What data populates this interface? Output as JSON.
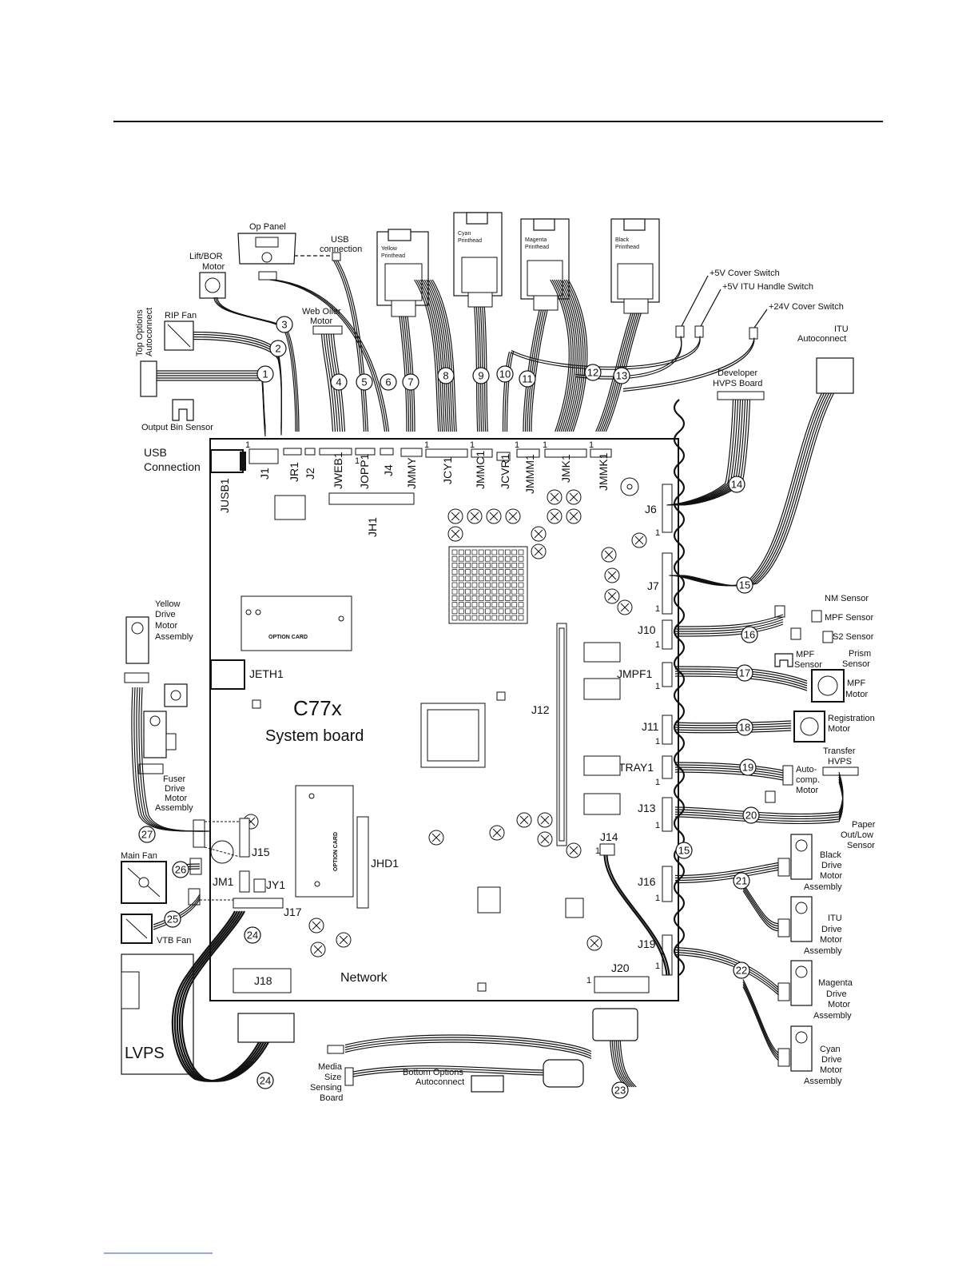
{
  "board": {
    "title": "C77x",
    "subtitle": "System board",
    "network": "Network",
    "usb_connection": [
      "USB",
      "Connection"
    ],
    "option_card_label": "OPTION CARD"
  },
  "connectors": {
    "JUSB1": "JUSB1",
    "J1": "J1",
    "JR1": "JR1",
    "J2": "J2",
    "JWEB1": "JWEB1",
    "JOPP1": "JOPP1",
    "J4": "J4",
    "JMMY": "JMMY",
    "JCY1": "JCY1",
    "JMMC1": "JMMC1",
    "JCVR1": "JCVR1",
    "JMMM1": "JMMM1",
    "JMK1": "JMK1",
    "JMMK1": "JMMK1",
    "JH1": "JH1",
    "J6": "J6",
    "J7": "J7",
    "J10": "J10",
    "JMPF1": "JMPF1",
    "J11": "J11",
    "JTRAY1": "JTRAY1",
    "J13": "J13",
    "J14": "J14",
    "J16": "J16",
    "J19": "J19",
    "J20": "J20",
    "J12": "J12",
    "JETH1": "JETH1",
    "J15": "J15",
    "JM1": "JM1",
    "JY1": "JY1",
    "J17": "J17",
    "J18": "J18",
    "JHD1": "JHD1",
    "pin1": "1"
  },
  "components": {
    "op_panel": "Op Panel",
    "usb_conn": [
      "USB",
      "connection"
    ],
    "lift_bor": [
      "Lift/BOR",
      "Motor"
    ],
    "top_options": [
      "Top Options",
      "Autoconnect"
    ],
    "rip_fan": "RIP Fan",
    "web_oiler": [
      "Web Oiler",
      "Motor"
    ],
    "output_bin": "Output Bin Sensor",
    "yellow_ph": [
      "Yellow",
      "Printhead"
    ],
    "cyan_ph": [
      "Cyan",
      "Printhead"
    ],
    "magenta_ph": [
      "Magenta",
      "Printhead"
    ],
    "black_ph": [
      "Black",
      "Printhead"
    ],
    "cover5v": "+5V Cover Switch",
    "itu_handle": "+5V ITU Handle Switch",
    "cover24v": "+24V Cover Switch",
    "itu_auto": [
      "ITU",
      "Autoconnect"
    ],
    "dev_hvps": [
      "Developer",
      "HVPS Board"
    ],
    "nm_sensor": "NM Sensor",
    "mpf_sensor": "MPF Sensor",
    "s2_sensor": "S2 Sensor",
    "prism": [
      "Prism",
      "Sensor"
    ],
    "mpf_sensor2": [
      "MPF",
      "Sensor"
    ],
    "mpf_motor": [
      "MPF",
      "Motor"
    ],
    "reg_motor": [
      "Registration",
      "Motor"
    ],
    "transfer_hvps": [
      "Transfer",
      "HVPS"
    ],
    "autocomp": [
      "Auto-",
      "comp.",
      "Motor"
    ],
    "paper_out": [
      "Paper",
      "Out/Low",
      "Sensor"
    ],
    "black_drive": [
      "Black",
      "Drive",
      "Motor",
      "Assembly"
    ],
    "itu_drive": [
      "ITU",
      "Drive",
      "Motor",
      "Assembly"
    ],
    "magenta_drive": [
      "Magenta",
      "Drive",
      "Motor",
      "Assembly"
    ],
    "cyan_drive": [
      "Cyan",
      "Drive",
      "Motor",
      "Assembly"
    ],
    "yellow_drive": [
      "Yellow",
      "Drive",
      "Motor",
      "Assembly"
    ],
    "fuser_drive": [
      "Fuser",
      "Drive",
      "Motor",
      "Assembly"
    ],
    "main_fan": "Main Fan",
    "vtb_fan": "VTB Fan",
    "lvps": "LVPS",
    "media_size": [
      "Media",
      "Size",
      "Sensing",
      "Board"
    ],
    "bottom_options": [
      "Bottom Options",
      "Autoconnect"
    ]
  },
  "callouts": [
    "1",
    "2",
    "3",
    "4",
    "5",
    "6",
    "7",
    "8",
    "9",
    "10",
    "11",
    "12",
    "13",
    "14",
    "15",
    "16",
    "17",
    "18",
    "19",
    "20",
    "21",
    "22",
    "23",
    "24",
    "25",
    "26",
    "27"
  ]
}
